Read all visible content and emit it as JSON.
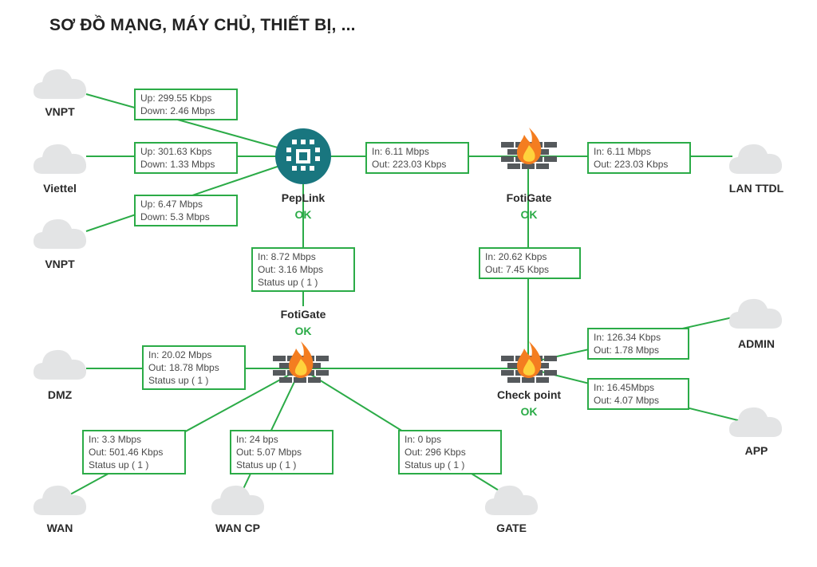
{
  "title": "SƠ ĐỒ MẠNG, MÁY CHỦ, THIẾT BỊ, ...",
  "colors": {
    "line": "#2bab47",
    "ok": "#2bab47",
    "cloud": "#e3e4e5",
    "router": "#19767f",
    "brick": "#55595c",
    "flame": "#f47d20"
  },
  "nodes": {
    "peplink": {
      "label": "PepLink",
      "status": "OK"
    },
    "fotigate_top": {
      "label": "FotiGate",
      "status": "OK"
    },
    "fotigate_mid": {
      "label": "FotiGate",
      "status": "OK"
    },
    "checkpoint": {
      "label": "Check point",
      "status": "OK"
    }
  },
  "clouds": {
    "vnpt1": "VNPT",
    "viettel": "Viettel",
    "vnpt2": "VNPT",
    "lan_ttdl": "LAN TTDL",
    "dmz": "DMZ",
    "admin": "ADMIN",
    "app": "APP",
    "wan": "WAN",
    "wan_cp": "WAN CP",
    "gate": "GATE"
  },
  "boxes": {
    "vnpt1": [
      "Up: 299.55 Kbps",
      "Down: 2.46 Mbps"
    ],
    "viettel": [
      "Up: 301.63 Kbps",
      "Down: 1.33 Mbps"
    ],
    "vnpt2": [
      "Up: 6.47 Mbps",
      "Down: 5.3 Mbps"
    ],
    "pep_foti": [
      "In: 6.11 Mbps",
      "Out: 223.03 Kbps"
    ],
    "lan": [
      "In: 6.11 Mbps",
      "Out: 223.03 Kbps"
    ],
    "pep_down": [
      "In: 8.72 Mbps",
      "Out: 3.16 Mbps",
      "Status up ( 1 )"
    ],
    "foti_down": [
      "In: 20.62 Kbps",
      "Out: 7.45 Kbps"
    ],
    "dmz": [
      "In: 20.02 Mbps",
      "Out: 18.78 Mbps",
      "Status up ( 1 )"
    ],
    "admin": [
      "In: 126.34 Kbps",
      "Out: 1.78 Mbps"
    ],
    "app": [
      "In: 16.45Mbps",
      "Out: 4.07 Mbps"
    ],
    "wan": [
      "In: 3.3 Mbps",
      "Out: 501.46 Kbps",
      "Status up ( 1 )"
    ],
    "wan_cp": [
      "In: 24 bps",
      "Out: 5.07 Mbps",
      "Status up ( 1 )"
    ],
    "gate": [
      "In: 0 bps",
      "Out: 296 Kbps",
      "Status up ( 1 )"
    ]
  }
}
